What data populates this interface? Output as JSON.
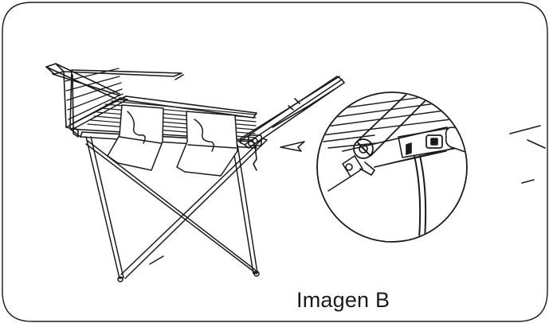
{
  "figure": {
    "caption": "Imagen B",
    "subject": "drying-rack-power-switch",
    "ink_color": "#1a1a1a",
    "background_color": "#ffffff",
    "callout_arrow_icon": "open-arrowhead-left"
  }
}
